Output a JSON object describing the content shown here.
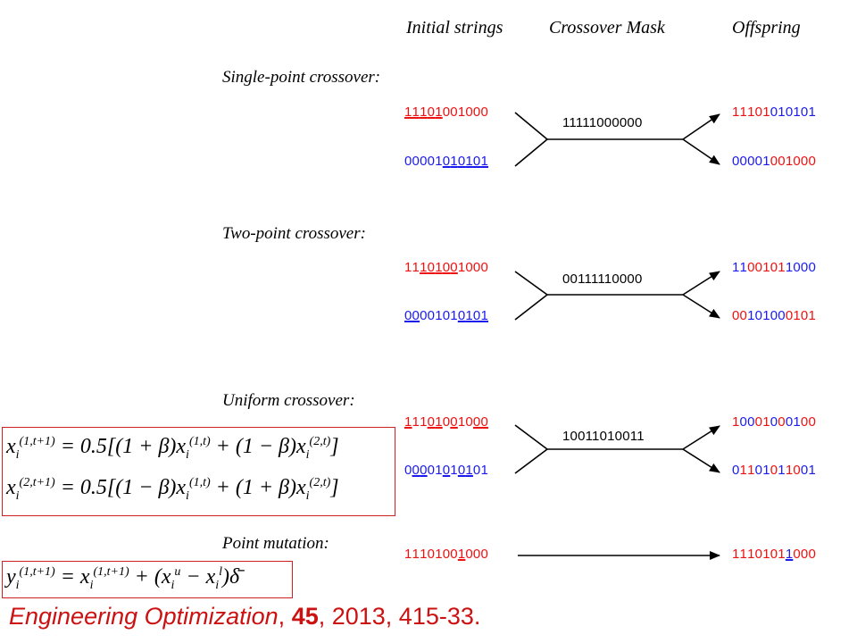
{
  "headers": {
    "initial": "Initial strings",
    "mask": "Crossover Mask",
    "offspring": "Offspring"
  },
  "sections": [
    {
      "title": "Single-point crossover:",
      "mask": "11111000000",
      "parent1": "11101001000",
      "parent2": "00001010101",
      "child1": "11101010101",
      "child2": "00001001000"
    },
    {
      "title": "Two-point crossover:",
      "mask": "00111110000",
      "parent1": "11101001000",
      "parent2": "00001010101",
      "child1": "11001011000",
      "child2": "00101000101"
    },
    {
      "title": "Uniform crossover:",
      "mask": "10011010011",
      "parent1": "11101001000",
      "parent2": "00001010101",
      "child1": "10001000100",
      "child2": "01101011001"
    },
    {
      "title": "Point mutation:",
      "parent1": "11101001000",
      "child1": "11101011000"
    }
  ],
  "formulas": {
    "line1": "x_i^(1,t+1) = 0.5[(1+β)x_i^(1,t) + (1−β)x_i^(2,t)]",
    "line2": "x_i^(2,t+1) = 0.5[(1−β)x_i^(1,t) + (1+β)x_i^(2,t)]",
    "mutation": "y_i^(1,t+1) = x_i^(1,t+1) + (x_i^u − x_i^l)δ̄"
  },
  "citation": {
    "journal": "Engineering Optimization",
    "sep1": ", ",
    "volume": "45",
    "rest": ", 2013, 415-33."
  },
  "colors": {
    "red": "#ee1111",
    "blue": "#1a1aee",
    "box": "#cc2222"
  }
}
